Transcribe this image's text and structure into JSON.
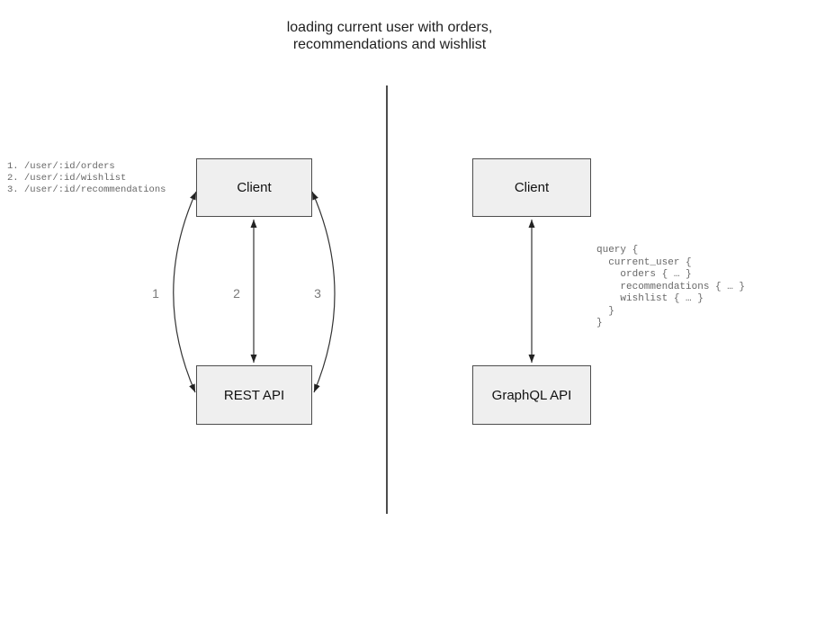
{
  "title": {
    "lines": [
      "loading current user with orders,",
      "recommendations and wishlist"
    ]
  },
  "left_panel": {
    "endpoints": [
      "1. /user/:id/orders",
      "2. /user/:id/wishlist",
      "3. /user/:id/recommendations"
    ],
    "client_label": "Client",
    "api_label": "REST API",
    "arrow_labels": [
      "1",
      "2",
      "3"
    ]
  },
  "right_panel": {
    "client_label": "Client",
    "api_label": "GraphQL API",
    "query": [
      "query {",
      "  current_user {",
      "    orders { … }",
      "    recommendations { … }",
      "    wishlist { … }",
      "  }",
      "}"
    ]
  },
  "colors": {
    "box_fill": "#efefef",
    "box_border": "#4d4d4d",
    "arrow": "#333333",
    "muted_code_text": "#676767",
    "arrow_label_text": "#7a7a7a",
    "title_text": "#1f1f1f"
  }
}
